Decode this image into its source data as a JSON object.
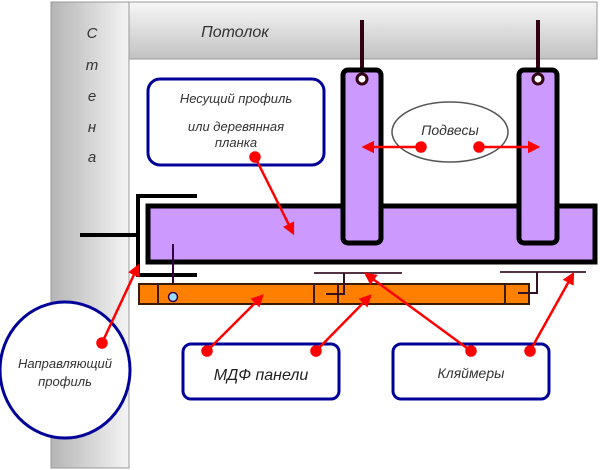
{
  "diagram": {
    "title": "Крепление МДФ панелей к потолку",
    "wall_label_letters": [
      "С",
      "т",
      "е",
      "н",
      "а"
    ],
    "ceiling_label": "Потолок",
    "labels": {
      "bearing_profile_line1": "Несущий профиль",
      "bearing_profile_line2": "или деревянная",
      "bearing_profile_line3": "планка",
      "hangers": "Подвесы",
      "guide_profile_line1": "Направляющий",
      "guide_profile_line2": "профиль",
      "mdf_panels": "МДФ панели",
      "clips": "Кляймеры"
    },
    "colors": {
      "wall_gradient_dark": "#b8b8b8",
      "wall_gradient_light": "#f2f2f2",
      "profile_fill": "#cc99ff",
      "panel_fill": "#ff8000",
      "callout_border": "#000099",
      "arrow": "#ff0000",
      "outline": "#000000",
      "hanger_rod": "#330011",
      "screw_head": "#99ddff"
    }
  }
}
